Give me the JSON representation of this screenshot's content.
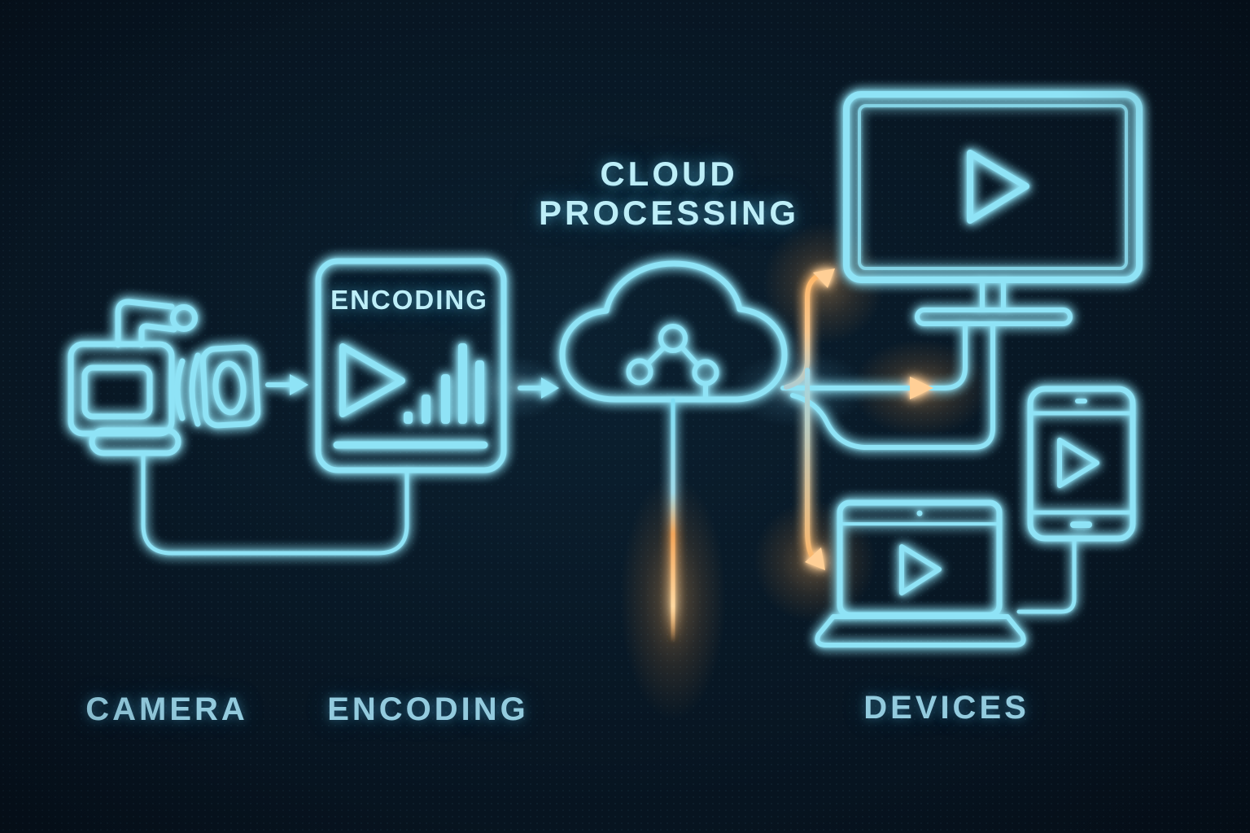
{
  "labels": {
    "cloud_title_line1": "CLOUD",
    "cloud_title_line2": "PROCESSING",
    "encoding_box": "ENCODING",
    "camera": "CAMERA",
    "encoding": "ENCODING",
    "devices": "DEVICES"
  },
  "icons": [
    "video-camera-icon",
    "encoding-play-bars-icon",
    "cloud-network-icon",
    "tv-play-icon",
    "smartphone-play-icon",
    "laptop-play-icon",
    "arrow-right-icon",
    "arrow-up-icon",
    "arrow-down-icon"
  ],
  "flow": [
    {
      "from": "camera",
      "to": "encoding"
    },
    {
      "from": "encoding",
      "to": "cloud-processing"
    },
    {
      "from": "cloud-processing",
      "to": "tv"
    },
    {
      "from": "cloud-processing",
      "to": "laptop"
    },
    {
      "from": "laptop",
      "to": "smartphone"
    }
  ],
  "colors": {
    "background": "#081623",
    "neon_cyan": "#8fe3f6",
    "neon_cyan_deep": "#49b6d8",
    "neon_orange": "#f7a95c",
    "neon_orange_bright": "#ffcf96",
    "text_primary": "#bdeef8",
    "text_muted": "#93cbde"
  }
}
